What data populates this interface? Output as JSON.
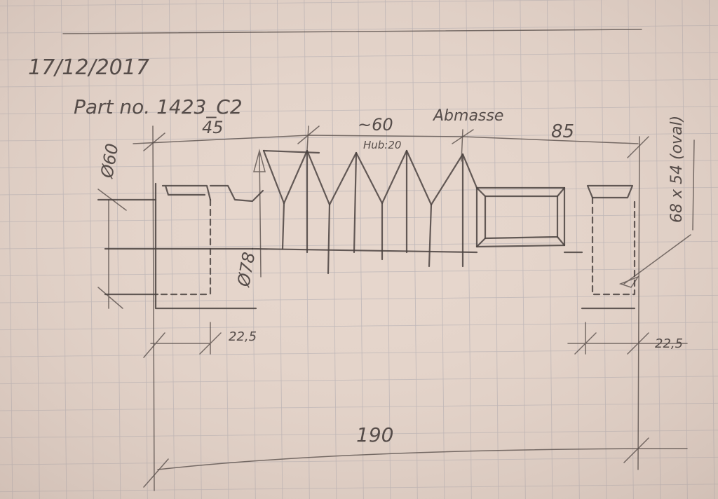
{
  "paper": {
    "background": "#e6d6cc",
    "grid_color": "#b9b3b6",
    "ink_color": "#4a4240"
  },
  "sketch": {
    "date": "17/12/2017",
    "part_number": "Part no. 1423_C2",
    "heading_note": "Abmasse",
    "dimensions": {
      "left_section_length": "45",
      "bellows_length": "~60",
      "stroke": "Hub:20",
      "right_section_length": "85",
      "left_diameter": "Ø60",
      "bellows_diameter": "Ø78",
      "left_collar_width": "22,5",
      "right_collar_width": "22,5",
      "total_length": "190",
      "right_oval_opening": "68 x 54 (oval)"
    }
  }
}
